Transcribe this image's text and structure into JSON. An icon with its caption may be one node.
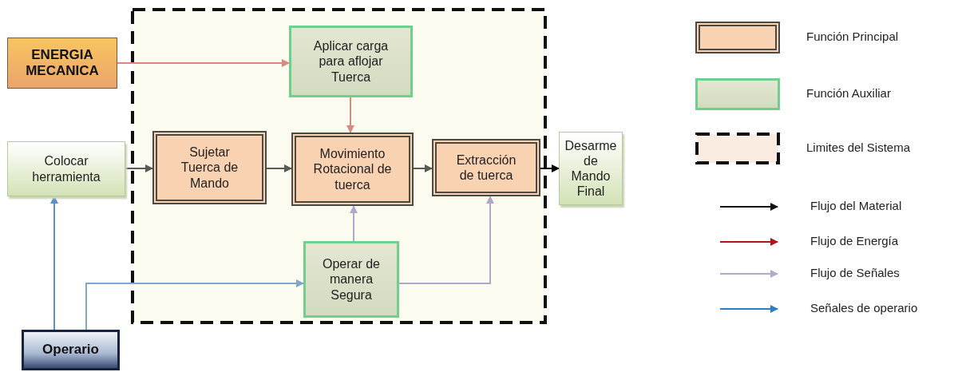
{
  "diagram": {
    "nodes": [
      {
        "text": [],
        "shape": "box"
      },
      {
        "text": [
          "ENERGIA MECANICA"
        ]
      },
      {
        "text": [
          "Aplicar carga para aflojar Tuerca"
        ],
        "in": 0
      },
      {
        "text": [
          "Colocar herramienta"
        ]
      },
      {
        "text": [
          "Sujetar Tuerca de Mando"
        ],
        "in": 0
      },
      {
        "text": [
          "Movimiento Rotacional de tuerca"
        ],
        "in": 0
      },
      {
        "text": [
          "Extracción de tuerca"
        ],
        "in": 0
      },
      {
        "text": [
          "Desarme de Mando Final"
        ]
      },
      {
        "text": [
          "Operar de manera Segura"
        ],
        "in": 0
      },
      {
        "text": [
          "Operario"
        ]
      }
    ],
    "edges": [
      {
        "from": 1,
        "to": 2,
        "arrow": "to",
        "color": "#d98a7e"
      },
      {
        "from": 2,
        "to": 5,
        "arrow": "to",
        "color": "#d98a7e"
      },
      {
        "from": 3,
        "to": 4,
        "arrow": "to"
      },
      {
        "from": 4,
        "to": 5,
        "arrow": "to"
      },
      {
        "from": 5,
        "to": 6,
        "arrow": "to"
      },
      {
        "from": 6,
        "to": 7,
        "arrow": "to",
        "color": "#000000"
      },
      {
        "from": 8,
        "to": 5,
        "arrow": "to",
        "color": "#b2a6c9"
      },
      {
        "from": 8,
        "to": 6,
        "arrow": "to",
        "color": "#b2a6c9"
      },
      {
        "from": 9,
        "to": 3,
        "arrow": "to",
        "color": "#5b8fc7"
      },
      {
        "from": 9,
        "to": 8,
        "arrow": "to",
        "color": "#7fa6cc"
      }
    ],
    "legend": [
      {
        "text": "Función Principal"
      },
      {
        "text": "Función Auxiliar"
      },
      {
        "text": "Limites del Sistema"
      },
      {
        "text": "Flujo del Material"
      },
      {
        "text": "Flujo de Energía"
      },
      {
        "text": "Flujo de Señales"
      },
      {
        "text": "Señales de operario"
      }
    ]
  }
}
